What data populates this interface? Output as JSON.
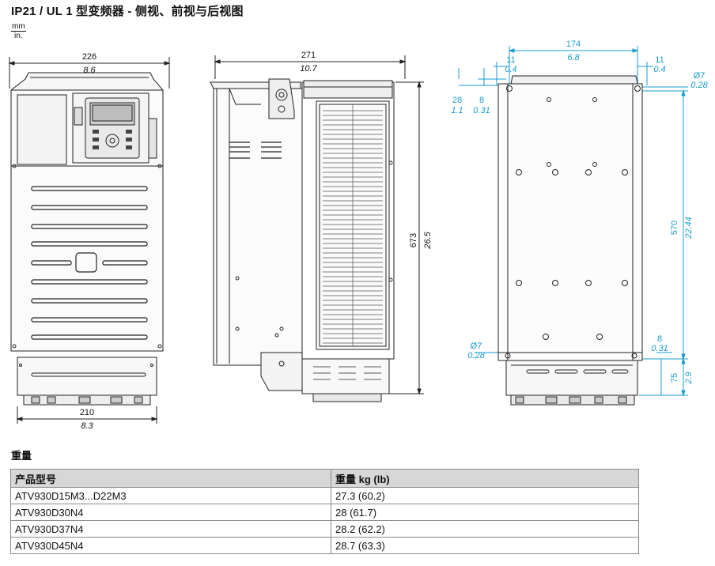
{
  "title": "IP21 / UL 1 型变频器 - 侧视、前视与后视图",
  "units": {
    "top": "mm",
    "bottom": "in."
  },
  "front_view": {
    "width_top_mm": "226",
    "width_top_in": "8.6",
    "width_bottom_mm": "210",
    "width_bottom_in": "8.3"
  },
  "side_view": {
    "depth_mm": "271",
    "depth_in": "10.7",
    "height_mm": "673",
    "height_in": "26.5"
  },
  "rear_view": {
    "hole_spacing_mm": "174",
    "hole_spacing_in": "6.8",
    "left_offset_mm": "11",
    "left_offset_in": "0.4",
    "right_offset_mm": "11",
    "right_offset_in": "0.4",
    "top_hole_diam_mm": "Ø7",
    "top_hole_diam_in": "0.28",
    "top_offset_mm": "28",
    "top_offset_in": "1.1",
    "top_slot_mm": "8",
    "top_slot_in": "0.31",
    "vertical_spacing_mm": "570",
    "vertical_spacing_in": "22.44",
    "bottom_hole_diam_mm": "Ø7",
    "bottom_hole_diam_in": "0.28",
    "bottom_slot_mm": "8",
    "bottom_slot_in": "0.31",
    "bottom_offset_mm": "75",
    "bottom_offset_in": "2.9"
  },
  "weight": {
    "heading": "重量",
    "columns": [
      "产品型号",
      "重量 kg (lb)"
    ],
    "rows": [
      [
        "ATV930D15M3...D22M3",
        "27.3 (60.2)"
      ],
      [
        "ATV930D30N4",
        "28 (61.7)"
      ],
      [
        "ATV930D37N4",
        "28.2 (62.2)"
      ],
      [
        "ATV930D45N4",
        "28.7 (63.3)"
      ]
    ]
  },
  "colors": {
    "dimension_blue": "#1a9bd0",
    "line": "#222222",
    "table_header_bg": "#d7d7d7"
  }
}
